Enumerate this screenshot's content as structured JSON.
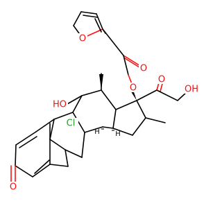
{
  "atom_labels": {
    "furan_o": "O",
    "ester_carbonyl_o": "O",
    "ester_o": "O",
    "ketone_o": "O",
    "hydroxymethyl_oh": "OH",
    "c11_oh": "HO",
    "chlorine": "Cl",
    "a_ring_ketone_o": "O"
  },
  "stereo_h": {
    "c8_h": "H",
    "c14_h": "H"
  },
  "colors": {
    "oxygen": "#ff0d0d",
    "chlorine": "#1fa01f",
    "carbon": "#000000"
  }
}
